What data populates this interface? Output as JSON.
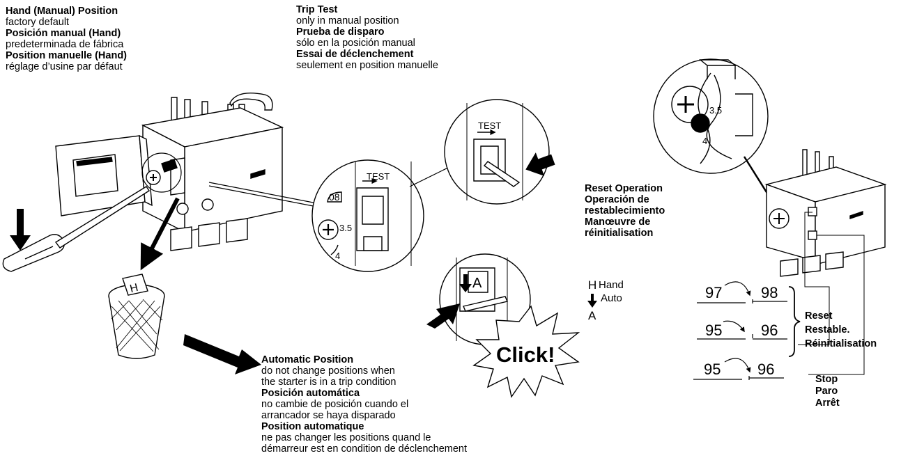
{
  "hand_position": {
    "lines": [
      {
        "text": "Hand (Manual) Position",
        "bold": true
      },
      {
        "text": "factory default",
        "bold": false
      },
      {
        "text": "Posición manual (Hand)",
        "bold": true
      },
      {
        "text": "predeterminada de fábrica",
        "bold": false
      },
      {
        "text": "Position manuelle (Hand)",
        "bold": true
      },
      {
        "text": "réglage d’usine par défaut",
        "bold": false
      }
    ]
  },
  "trip_test": {
    "lines": [
      {
        "text": "Trip Test",
        "bold": true
      },
      {
        "text": "only in manual position",
        "bold": false
      },
      {
        "text": "Prueba de disparo",
        "bold": true
      },
      {
        "text": "sólo en la posición manual",
        "bold": false
      },
      {
        "text": "Essai de déclenchement",
        "bold": true
      },
      {
        "text": "seulement en position manuelle",
        "bold": false
      }
    ]
  },
  "reset_operation": {
    "lines": [
      {
        "text": "Reset Operation",
        "bold": true
      },
      {
        "text": "Operación de",
        "bold": true
      },
      {
        "text": "restablecimiento",
        "bold": true
      },
      {
        "text": "Manœuvre de",
        "bold": true
      },
      {
        "text": "réinitialisation",
        "bold": true
      }
    ],
    "hand_letter": "H",
    "hand_label": "Hand",
    "auto_letter": "A",
    "auto_label": "Auto"
  },
  "automatic_position": {
    "lines": [
      {
        "text": "Automatic Position",
        "bold": true
      },
      {
        "text": "do not change positions when",
        "bold": false
      },
      {
        "text": "the starter is in a trip condition",
        "bold": false
      },
      {
        "text": "Posición automática",
        "bold": true
      },
      {
        "text": "no cambie de posición cuando el",
        "bold": false
      },
      {
        "text": "arrancador se haya disparado",
        "bold": false
      },
      {
        "text": "Position automatique",
        "bold": true
      },
      {
        "text": "ne pas changer les positions quand le",
        "bold": false
      },
      {
        "text": "démarreur est en condition de déclenchement",
        "bold": false
      }
    ]
  },
  "device_labels": {
    "test": "TEST",
    "dial_value": "3.5",
    "dial_min": "4",
    "dial_code": "08",
    "window_letter": "A",
    "bin_tag": "H",
    "click": "Click!",
    "seal_value": "3.5",
    "seal_min": "4"
  },
  "contacts": {
    "reset_contacts": [
      {
        "left": "97",
        "right": "98"
      },
      {
        "left": "95",
        "right": "96"
      }
    ],
    "stop_contacts": {
      "left": "95",
      "right": "96"
    },
    "reset_label": [
      "Reset",
      "Restable.",
      "Réinitialisation"
    ],
    "stop_label": [
      "Stop",
      "Paro",
      "Arrêt"
    ]
  }
}
